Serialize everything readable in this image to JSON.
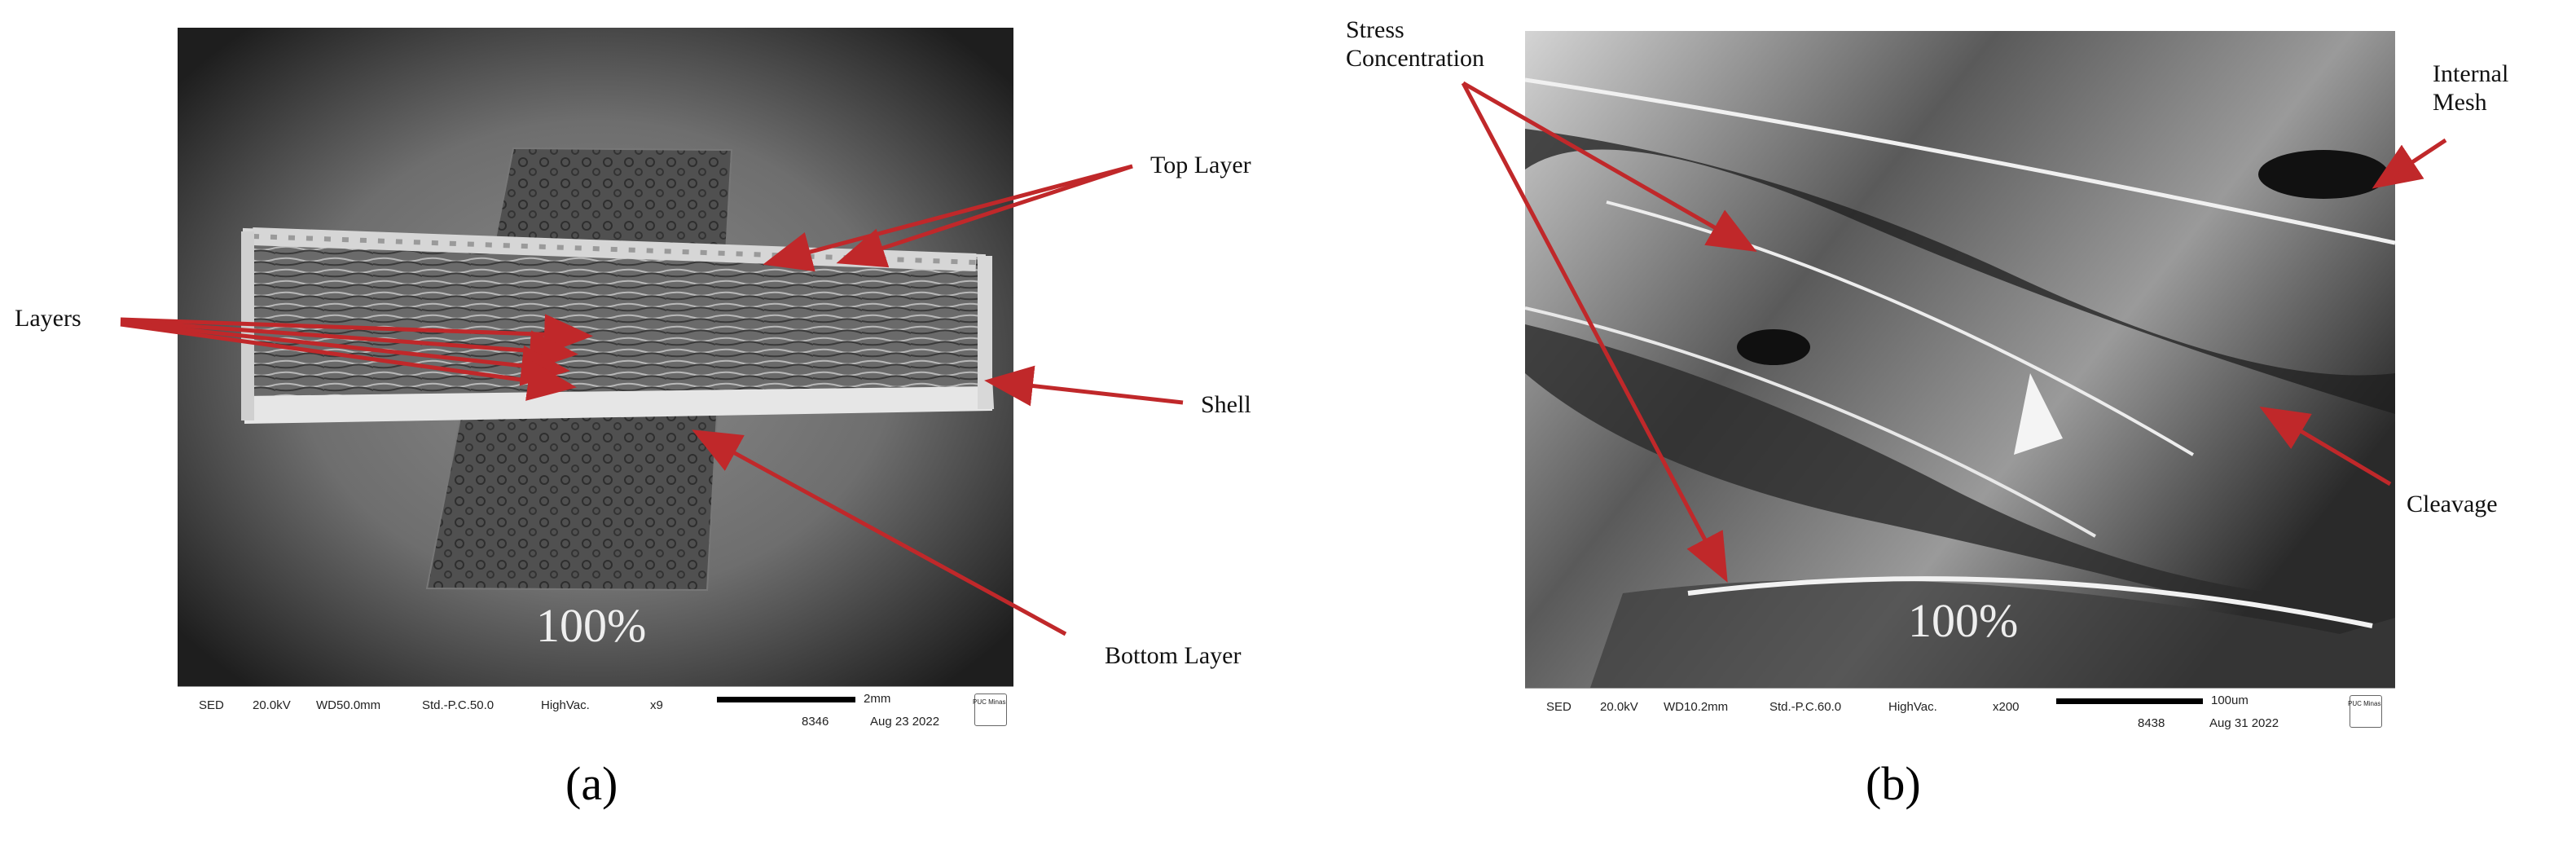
{
  "panel_a": {
    "caption": "(a)",
    "watermark": "100%",
    "labels": {
      "layers": "Layers",
      "top_layer": "Top Layer",
      "shell": "Shell",
      "bottom_layer": "Bottom Layer"
    },
    "info_bar": {
      "mode": "SED",
      "voltage": "20.0kV",
      "working_distance": "WD50.0mm",
      "std": "Std.-P.C.50.0",
      "vacuum": "HighVac.",
      "magnification": "x9",
      "scale": "2mm",
      "image_id": "8346",
      "date": "Aug 23 2022",
      "logo_text": "PUC Minas"
    }
  },
  "panel_b": {
    "caption": "(b)",
    "watermark": "100%",
    "labels": {
      "stress_line1": "Stress",
      "stress_line2": "Concentration",
      "internal_line1": "Internal",
      "internal_line2": "Mesh",
      "cleavage": "Cleavage"
    },
    "info_bar": {
      "mode": "SED",
      "voltage": "20.0kV",
      "working_distance": "WD10.2mm",
      "std": "Std.-P.C.60.0",
      "vacuum": "HighVac.",
      "magnification": "x200",
      "scale": "100um",
      "image_id": "8438",
      "date": "Aug 31 2022",
      "logo_text": "PUC Minas"
    }
  },
  "colors": {
    "arrow": "#c0282a",
    "sem_background": "#5a5a5a",
    "specimen": "#cfcfcf"
  }
}
